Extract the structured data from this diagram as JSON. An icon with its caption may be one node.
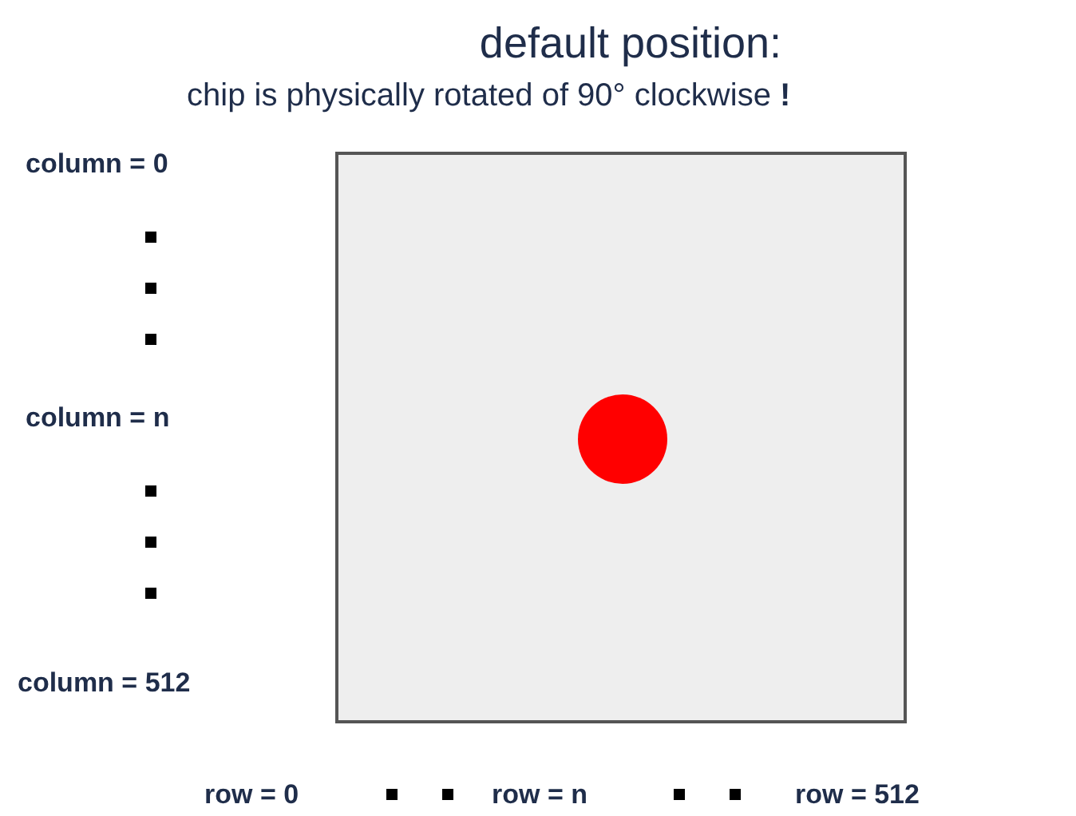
{
  "diagram": {
    "title": "default position:",
    "nodes": [
      {
        "text": [],
        "shape": "box"
      },
      {
        "text": [],
        "shape": "circle",
        "in": 0
      }
    ],
    "edges": [],
    "labels": [
      "chip is physically rotated of 90° clockwise **!**",
      "column = 0",
      "column = n",
      "column = 512",
      "row = 0",
      "row = n",
      "row = 512"
    ]
  }
}
